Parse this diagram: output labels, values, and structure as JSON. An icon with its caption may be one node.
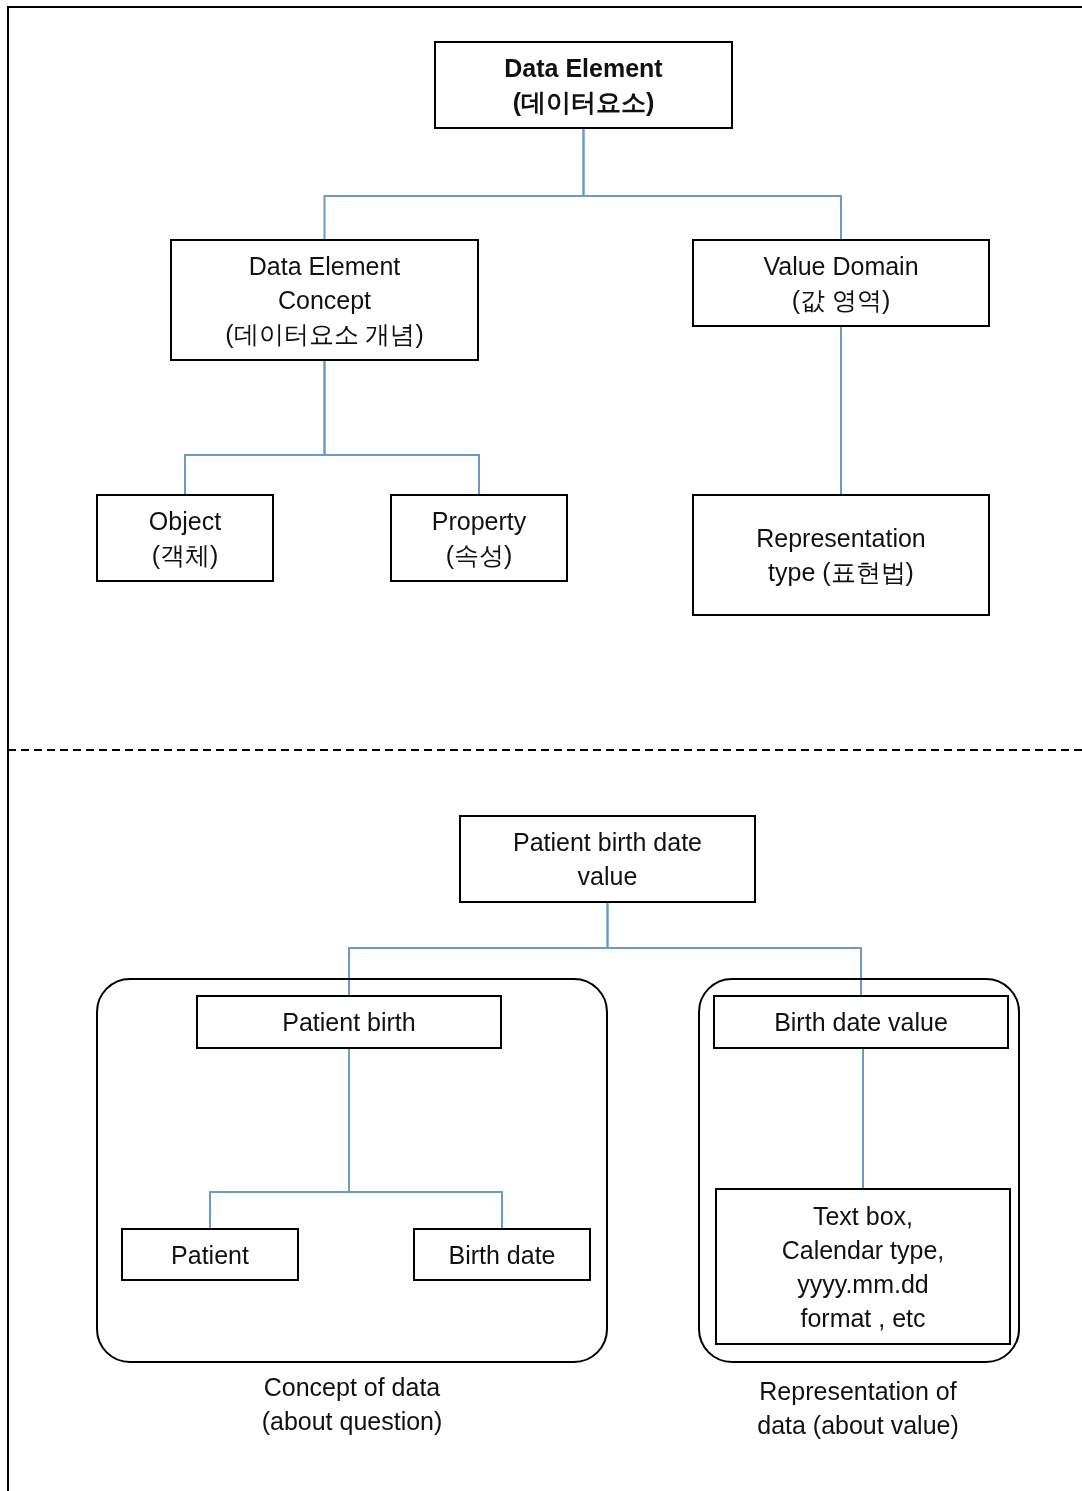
{
  "diagram": {
    "nodes": [
      {
        "text": [
          "Data Element (데이터요소)"
        ]
      },
      {
        "text": [
          "Data Element Concept (데이터요소 개념)"
        ]
      },
      {
        "text": [
          "Value Domain (값 영역)"
        ]
      },
      {
        "text": [
          "Object (객체)"
        ]
      },
      {
        "text": [
          "Property (속성)"
        ]
      },
      {
        "text": [
          "Representation type (표현법)"
        ]
      },
      {
        "text": [
          "Patient birth date value"
        ]
      },
      {
        "text": [],
        "shape": "box",
        "beside": [
          "Concept of data (about question)"
        ]
      },
      {
        "text": [
          "Patient birth"
        ],
        "in": 7
      },
      {
        "text": [
          "Patient"
        ],
        "in": 7
      },
      {
        "text": [
          "Birth date"
        ],
        "in": 7
      },
      {
        "text": [],
        "shape": "box",
        "beside": [
          "Representation of data (about value)"
        ]
      },
      {
        "text": [
          "Birth date value"
        ],
        "in": 11
      },
      {
        "text": [
          "Text box, Calendar type, yyyy.mm.dd format , etc"
        ],
        "in": 11
      }
    ],
    "edges": [
      {
        "from": 0,
        "to": 1,
        "arrow": "none"
      },
      {
        "from": 0,
        "to": 2,
        "arrow": "none"
      },
      {
        "from": 1,
        "to": 3,
        "arrow": "none"
      },
      {
        "from": 1,
        "to": 4,
        "arrow": "none"
      },
      {
        "from": 2,
        "to": 5,
        "arrow": "none"
      },
      {
        "from": 6,
        "to": 8,
        "arrow": "none"
      },
      {
        "from": 6,
        "to": 12,
        "arrow": "none"
      },
      {
        "from": 8,
        "to": 9,
        "arrow": "none"
      },
      {
        "from": 8,
        "to": 10,
        "arrow": "none"
      },
      {
        "from": 12,
        "to": 13,
        "arrow": "none"
      }
    ]
  }
}
